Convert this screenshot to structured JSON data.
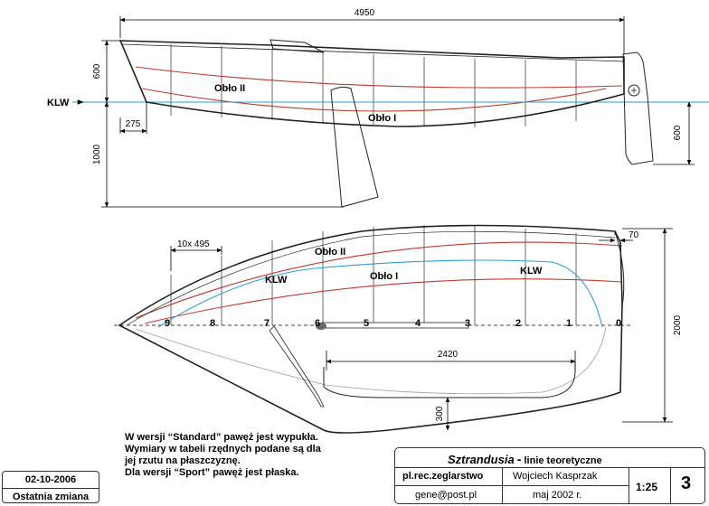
{
  "dimensions": {
    "overall_length": "4950",
    "height_600": "600",
    "offset_275": "275",
    "depth_1000": "1000",
    "rudder_600": "600",
    "station_spacing": "10x 495",
    "transom_70": "70",
    "centre_2420": "2420",
    "beam_2000": "2000",
    "depth_300": "300"
  },
  "labels": {
    "klw_side": "KLW",
    "oblo_ii_side": "Obło II",
    "oblo_i_side": "Obło I",
    "oblo_ii_plan": "Obło II",
    "klw_plan_left": "KLW",
    "oblo_i_plan": "Obło I",
    "klw_plan_right": "KLW"
  },
  "stations": [
    "9",
    "8",
    "7",
    "6",
    "5",
    "4",
    "3",
    "2",
    "1",
    "0"
  ],
  "note": {
    "line1": "W wersji “Standard” pawęż jest wypukła.",
    "line2": "Wymiary w tabeli rzędnych podane są dla",
    "line3": "jej rzutu na płaszczyznę.",
    "line4": "Dla wersji “Sport” pawęż jest płaska."
  },
  "change_box": {
    "date": "02-10-2006",
    "label": "Ostatnia zmiana"
  },
  "title_block": {
    "name": "Sztrandusia",
    "dash": "-",
    "subtitle": "linie teoretyczne",
    "org": "pl.rec.zeglarstwo",
    "author": "Wojciech Kasprzak",
    "email": "gene@post.pl",
    "date": "maj 2002 r.",
    "scale": "1:25",
    "sheet": "3"
  },
  "colors": {
    "outline": "#222222",
    "station_line": "#333333",
    "waterline": "#2a9fd6",
    "buttock": "#c0392b",
    "dimension": "#000000",
    "ghost": "#a0a0a0"
  }
}
